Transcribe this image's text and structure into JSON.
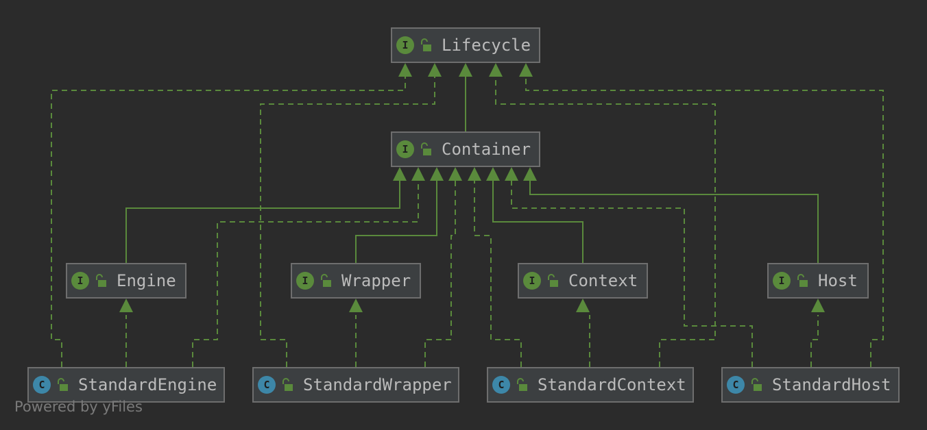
{
  "colors": {
    "background": "#2b2b2b",
    "edge": "#5a8a3c",
    "interface_badge": "#5a8a3c",
    "class_badge": "#3d87a8",
    "node_fill": "#3c3f41",
    "node_border": "#6e6e6e",
    "text": "#bbbbbb"
  },
  "nodes": {
    "lifecycle": {
      "kind": "I",
      "label": "Lifecycle"
    },
    "container": {
      "kind": "I",
      "label": "Container"
    },
    "engine": {
      "kind": "I",
      "label": "Engine"
    },
    "wrapper": {
      "kind": "I",
      "label": "Wrapper"
    },
    "context": {
      "kind": "I",
      "label": "Context"
    },
    "host": {
      "kind": "I",
      "label": "Host"
    },
    "standard_engine": {
      "kind": "C",
      "label": "StandardEngine"
    },
    "standard_wrapper": {
      "kind": "C",
      "label": "StandardWrapper"
    },
    "standard_context": {
      "kind": "C",
      "label": "StandardContext"
    },
    "standard_host": {
      "kind": "C",
      "label": "StandardHost"
    }
  },
  "edges": [
    {
      "from": "Container",
      "to": "Lifecycle",
      "type": "extends"
    },
    {
      "from": "Engine",
      "to": "Container",
      "type": "extends"
    },
    {
      "from": "Wrapper",
      "to": "Container",
      "type": "extends"
    },
    {
      "from": "Context",
      "to": "Container",
      "type": "extends"
    },
    {
      "from": "Host",
      "to": "Container",
      "type": "extends"
    },
    {
      "from": "StandardEngine",
      "to": "Engine",
      "type": "implements"
    },
    {
      "from": "StandardWrapper",
      "to": "Wrapper",
      "type": "implements"
    },
    {
      "from": "StandardContext",
      "to": "Context",
      "type": "implements"
    },
    {
      "from": "StandardHost",
      "to": "Host",
      "type": "implements"
    },
    {
      "from": "StandardEngine",
      "to": "Container",
      "type": "implements"
    },
    {
      "from": "StandardWrapper",
      "to": "Container",
      "type": "implements"
    },
    {
      "from": "StandardContext",
      "to": "Container",
      "type": "implements"
    },
    {
      "from": "StandardHost",
      "to": "Container",
      "type": "implements"
    },
    {
      "from": "StandardEngine",
      "to": "Lifecycle",
      "type": "implements"
    },
    {
      "from": "StandardWrapper",
      "to": "Lifecycle",
      "type": "implements"
    },
    {
      "from": "StandardContext",
      "to": "Lifecycle",
      "type": "implements"
    },
    {
      "from": "StandardHost",
      "to": "Lifecycle",
      "type": "implements"
    }
  ],
  "footer": "Powered by yFiles"
}
